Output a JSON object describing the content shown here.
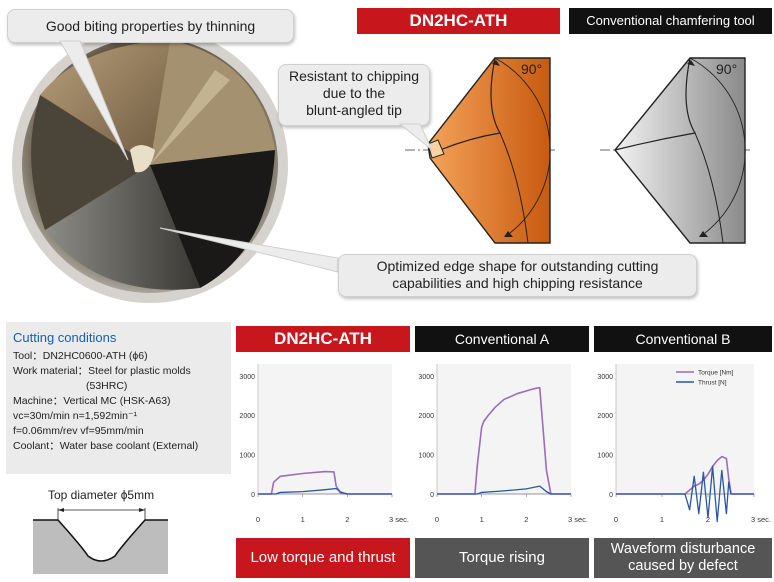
{
  "colors": {
    "brand_red": "#c8161d",
    "header_black": "#111111",
    "footer_gray": "#555555",
    "tool_orange": "#e07a1f",
    "torque_purple": "#9b6bbd",
    "thrust_blue": "#2a55a8"
  },
  "top": {
    "callout_biting": "Good biting properties by thinning",
    "callout_chipping_1": "Resistant to chipping",
    "callout_chipping_2": "due to the",
    "callout_chipping_3": "blunt-angled tip",
    "callout_edge_1": "Optimized edge shape for outstanding cutting",
    "callout_edge_2": "capabilities and high chipping resistance",
    "header_dn2hc": "DN2HC-ATH",
    "header_conventional_tool": "Conventional chamfering tool",
    "angle_left": "90°",
    "angle_right": "90°"
  },
  "conditions": {
    "title": "Cutting conditions",
    "line1": "Tool：DN2HC0600-ATH (ϕ6)",
    "line2": "Work material：Steel for plastic molds",
    "line3": "(53HRC)",
    "line4": "Machine：Vertical MC (HSK-A63)",
    "line5": "vc=30m/min   n=1,592min⁻¹",
    "line6": "f=0.06mm/rev   vf=95mm/min",
    "line7": "Coolant：Water base coolant (External)"
  },
  "hole_diagram": {
    "label": "Top diameter ϕ5mm"
  },
  "panels": [
    {
      "header": "DN2HC-ATH",
      "footer": "Low torque and thrust"
    },
    {
      "header": "Conventional A",
      "footer": "Torque rising"
    },
    {
      "header": "Conventional B",
      "footer_1": "Waveform disturbance",
      "footer_2": "caused by defect"
    }
  ],
  "chart_data": [
    {
      "type": "line",
      "x_ticks": [
        "0",
        "1",
        "2",
        "3 sec."
      ],
      "y_ticks": [
        "0",
        "1000",
        "2000",
        "3000"
      ],
      "xlim": [
        0,
        3
      ],
      "ylim": [
        0,
        3300
      ],
      "series": [
        {
          "name": "Torque [Nm]",
          "x": [
            0,
            0.3,
            0.35,
            0.5,
            1.0,
            1.5,
            1.7,
            1.75,
            1.85,
            2.0,
            3.0
          ],
          "y": [
            0,
            0,
            300,
            450,
            520,
            570,
            560,
            200,
            20,
            0,
            0
          ]
        },
        {
          "name": "Thrust [N]",
          "x": [
            0,
            0.4,
            0.5,
            1.0,
            1.5,
            1.75,
            1.85,
            2.0,
            3.0
          ],
          "y": [
            0,
            0,
            40,
            60,
            110,
            140,
            50,
            0,
            0
          ]
        }
      ]
    },
    {
      "type": "line",
      "x_ticks": [
        "0",
        "1",
        "2",
        "3 sec."
      ],
      "y_ticks": [
        "0",
        "1000",
        "2000",
        "3000"
      ],
      "xlim": [
        0,
        3
      ],
      "ylim": [
        0,
        3300
      ],
      "series": [
        {
          "name": "Torque [Nm]",
          "x": [
            0,
            0.85,
            0.9,
            1.0,
            1.05,
            1.15,
            1.3,
            1.5,
            1.8,
            2.1,
            2.2,
            2.3,
            2.45,
            2.55,
            3.0
          ],
          "y": [
            0,
            0,
            700,
            1700,
            1850,
            2000,
            2200,
            2400,
            2550,
            2650,
            2680,
            2700,
            600,
            0,
            0
          ]
        },
        {
          "name": "Thrust [N]",
          "x": [
            0,
            0.9,
            1.0,
            1.5,
            2.0,
            2.3,
            2.45,
            2.55,
            3.0
          ],
          "y": [
            0,
            0,
            40,
            80,
            130,
            200,
            60,
            0,
            0
          ]
        }
      ]
    },
    {
      "type": "line",
      "x_ticks": [
        "0",
        "1",
        "2",
        "3 sec."
      ],
      "y_ticks": [
        "0",
        "1000",
        "2000",
        "3000"
      ],
      "xlim": [
        0,
        3
      ],
      "ylim": [
        0,
        3300
      ],
      "legend": "top-right",
      "series": [
        {
          "name": "Torque [Nm]",
          "x": [
            0,
            1.5,
            1.6,
            1.7,
            1.8,
            1.9,
            2.0,
            2.1,
            2.2,
            2.3,
            2.4,
            2.45,
            2.5,
            3.0
          ],
          "y": [
            0,
            0,
            100,
            200,
            250,
            350,
            500,
            700,
            850,
            950,
            900,
            400,
            0,
            0
          ]
        },
        {
          "name": "Thrust [N]",
          "x": [
            0,
            1.5,
            1.6,
            1.7,
            1.8,
            1.9,
            2.0,
            2.1,
            2.2,
            2.3,
            2.4,
            2.45,
            2.5,
            3.0
          ],
          "y": [
            0,
            0,
            -400,
            450,
            -500,
            550,
            -600,
            700,
            -700,
            600,
            -500,
            300,
            0,
            0
          ]
        }
      ]
    }
  ]
}
